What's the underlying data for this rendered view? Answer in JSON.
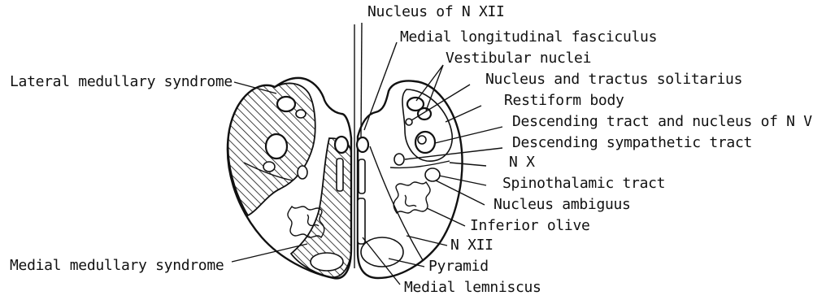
{
  "labels": {
    "nucleus_n_xii": "Nucleus of N XII",
    "mlf": "Medial longitudinal fasciculus",
    "vestibular": "Vestibular nuclei",
    "solitarius": "Nucleus and tractus solitarius",
    "restiform": "Restiform body",
    "desc_n_v": "Descending tract and nucleus of N V",
    "desc_symp": "Descending sympathetic tract",
    "n_x": "N X",
    "spinothalamic": "Spinothalamic tract",
    "ambiguus": "Nucleus ambiguus",
    "inferior_olive": "Inferior olive",
    "n_xii": "N XII",
    "pyramid": "Pyramid",
    "medial_lemniscus": "Medial lemniscus",
    "lateral_syndrome": "Lateral medullary syndrome",
    "medial_syndrome": "Medial medullary syndrome"
  },
  "colors": {
    "ink": "#111111",
    "background": "#ffffff"
  }
}
